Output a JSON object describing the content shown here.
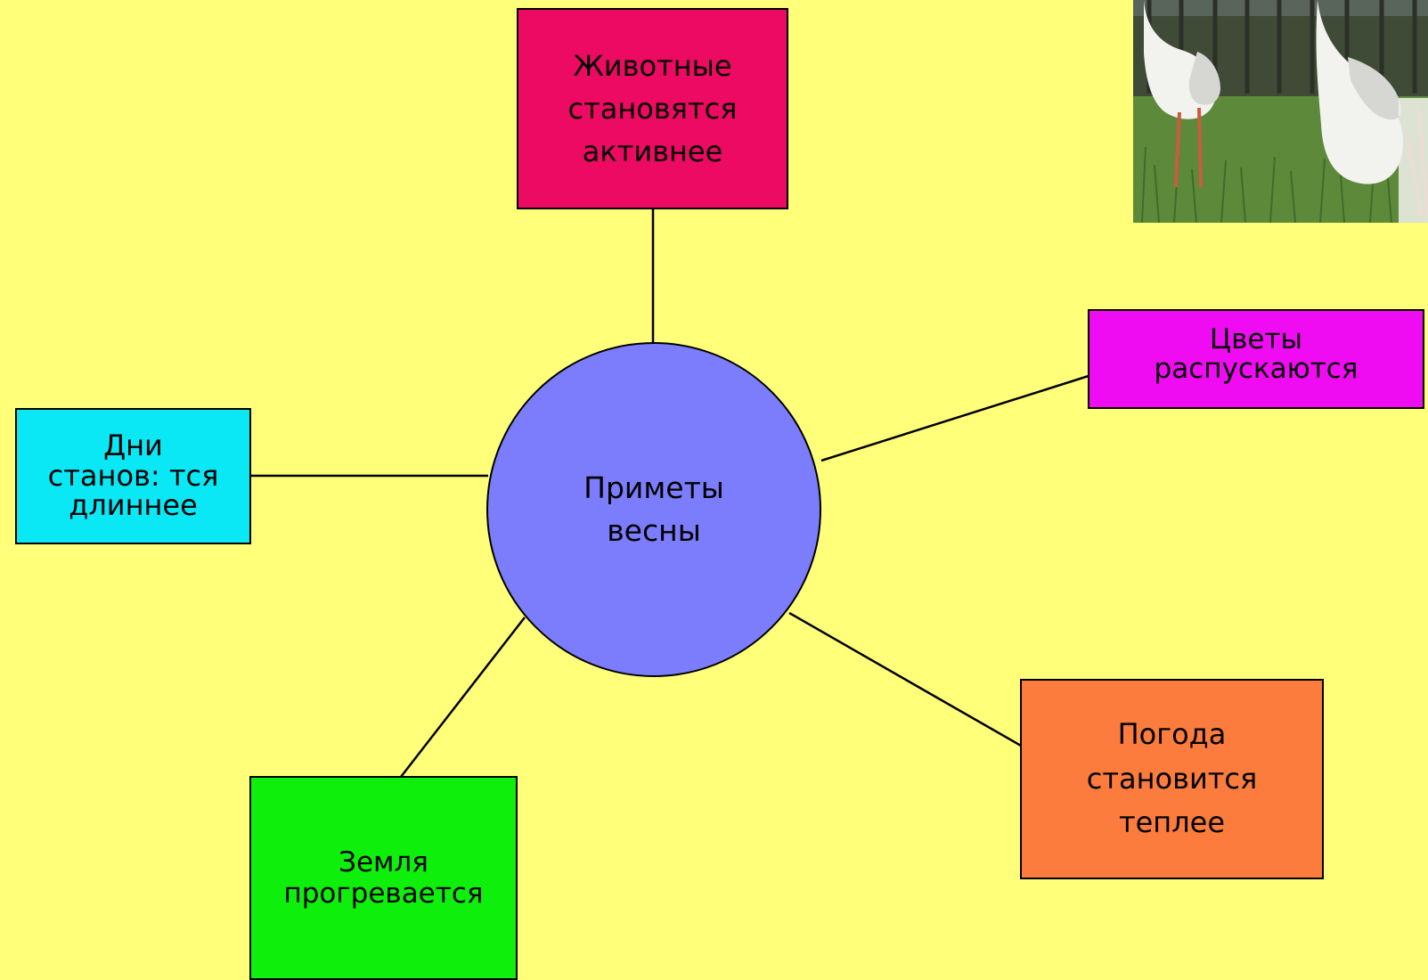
{
  "diagram": {
    "center": {
      "lines": [
        "Приметы",
        "весны"
      ],
      "color": "#7b7dfc"
    },
    "nodes": [
      {
        "id": "animals",
        "lines": [
          "Животные",
          "становятся",
          "активнее"
        ],
        "color": "#ec0a62"
      },
      {
        "id": "flowers",
        "lines": [
          "Цветы",
          "распускаются"
        ],
        "color": "#f00cf2"
      },
      {
        "id": "weather",
        "lines": [
          "Погода",
          "становится",
          "теплее"
        ],
        "color": "#fb7c3c"
      },
      {
        "id": "earth",
        "lines": [
          "Земля",
          "прогревается"
        ],
        "color": "#0ef00c"
      },
      {
        "id": "days",
        "lines": [
          "Дни",
          "станов: тся",
          "длиннее"
        ],
        "color": "#0ae8f6"
      }
    ],
    "background": "#ffff7a",
    "photo_description": "storks-photo"
  }
}
